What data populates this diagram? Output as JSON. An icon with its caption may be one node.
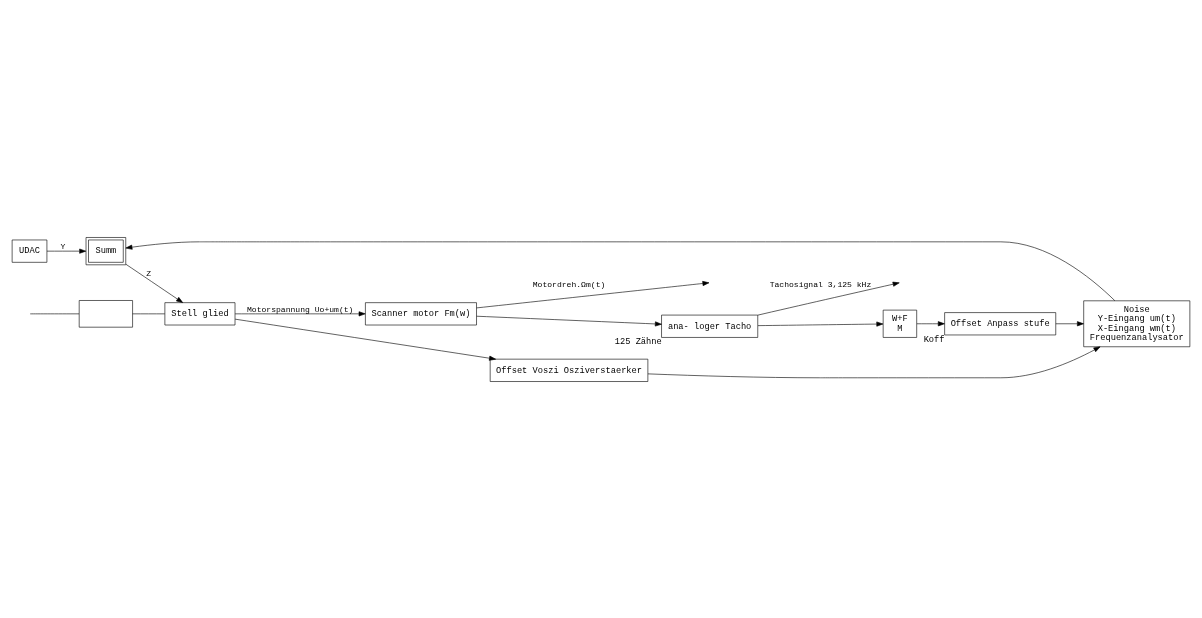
{
  "diagram": {
    "nodes": [
      {
        "text": [
          "UDAC"
        ]
      },
      {
        "text": [
          "Summ"
        ]
      },
      {
        "text": [
          "Stell glied"
        ]
      },
      {
        "text": [],
        "shape": "box"
      },
      {
        "text": [
          "Scanner motor Fm(w)"
        ]
      },
      {
        "text": [
          "ana- loger Tacho"
        ],
        "beside": [
          "125 Zähne"
        ]
      },
      {
        "text": [
          "W+F",
          "M"
        ]
      },
      {
        "text": [
          "Offset Anpass stufe"
        ],
        "beside": [
          "Koff"
        ]
      },
      {
        "text": [
          "Offset Voszi Osziverstaerker"
        ]
      },
      {
        "text": [
          "Noise",
          "Y-Eingang um(t)",
          "X-Eingang wm(t)",
          "Frequenzanalysator"
        ]
      }
    ],
    "edges": [
      {
        "from": 0,
        "to": 1,
        "arrow": "to",
        "label": "Y"
      },
      {
        "from": 1,
        "to": 2,
        "arrow": "to",
        "label": "Z"
      },
      {
        "from": null,
        "to": 3,
        "arrow": "none"
      },
      {
        "from": 3,
        "to": 2,
        "arrow": "none"
      },
      {
        "from": 2,
        "to": 4,
        "arrow": "to",
        "label": "Motorspannung Uo+um(t)"
      },
      {
        "from": 2,
        "to": 8,
        "arrow": "to"
      },
      {
        "from": 4,
        "to": 5,
        "arrow": "to"
      },
      {
        "from": 4,
        "to": null,
        "arrow": "to",
        "label": "Motordreh.Ωm(t)"
      },
      {
        "from": 5,
        "to": 6,
        "arrow": "to"
      },
      {
        "from": 5,
        "to": null,
        "arrow": "to",
        "label": "Tachosignal 3,125 kHz"
      },
      {
        "from": 6,
        "to": 7,
        "arrow": "to"
      },
      {
        "from": 7,
        "to": 9,
        "arrow": "to"
      },
      {
        "from": 8,
        "to": 9,
        "arrow": "to"
      },
      {
        "from": 9,
        "to": 1,
        "arrow": "to"
      }
    ]
  }
}
